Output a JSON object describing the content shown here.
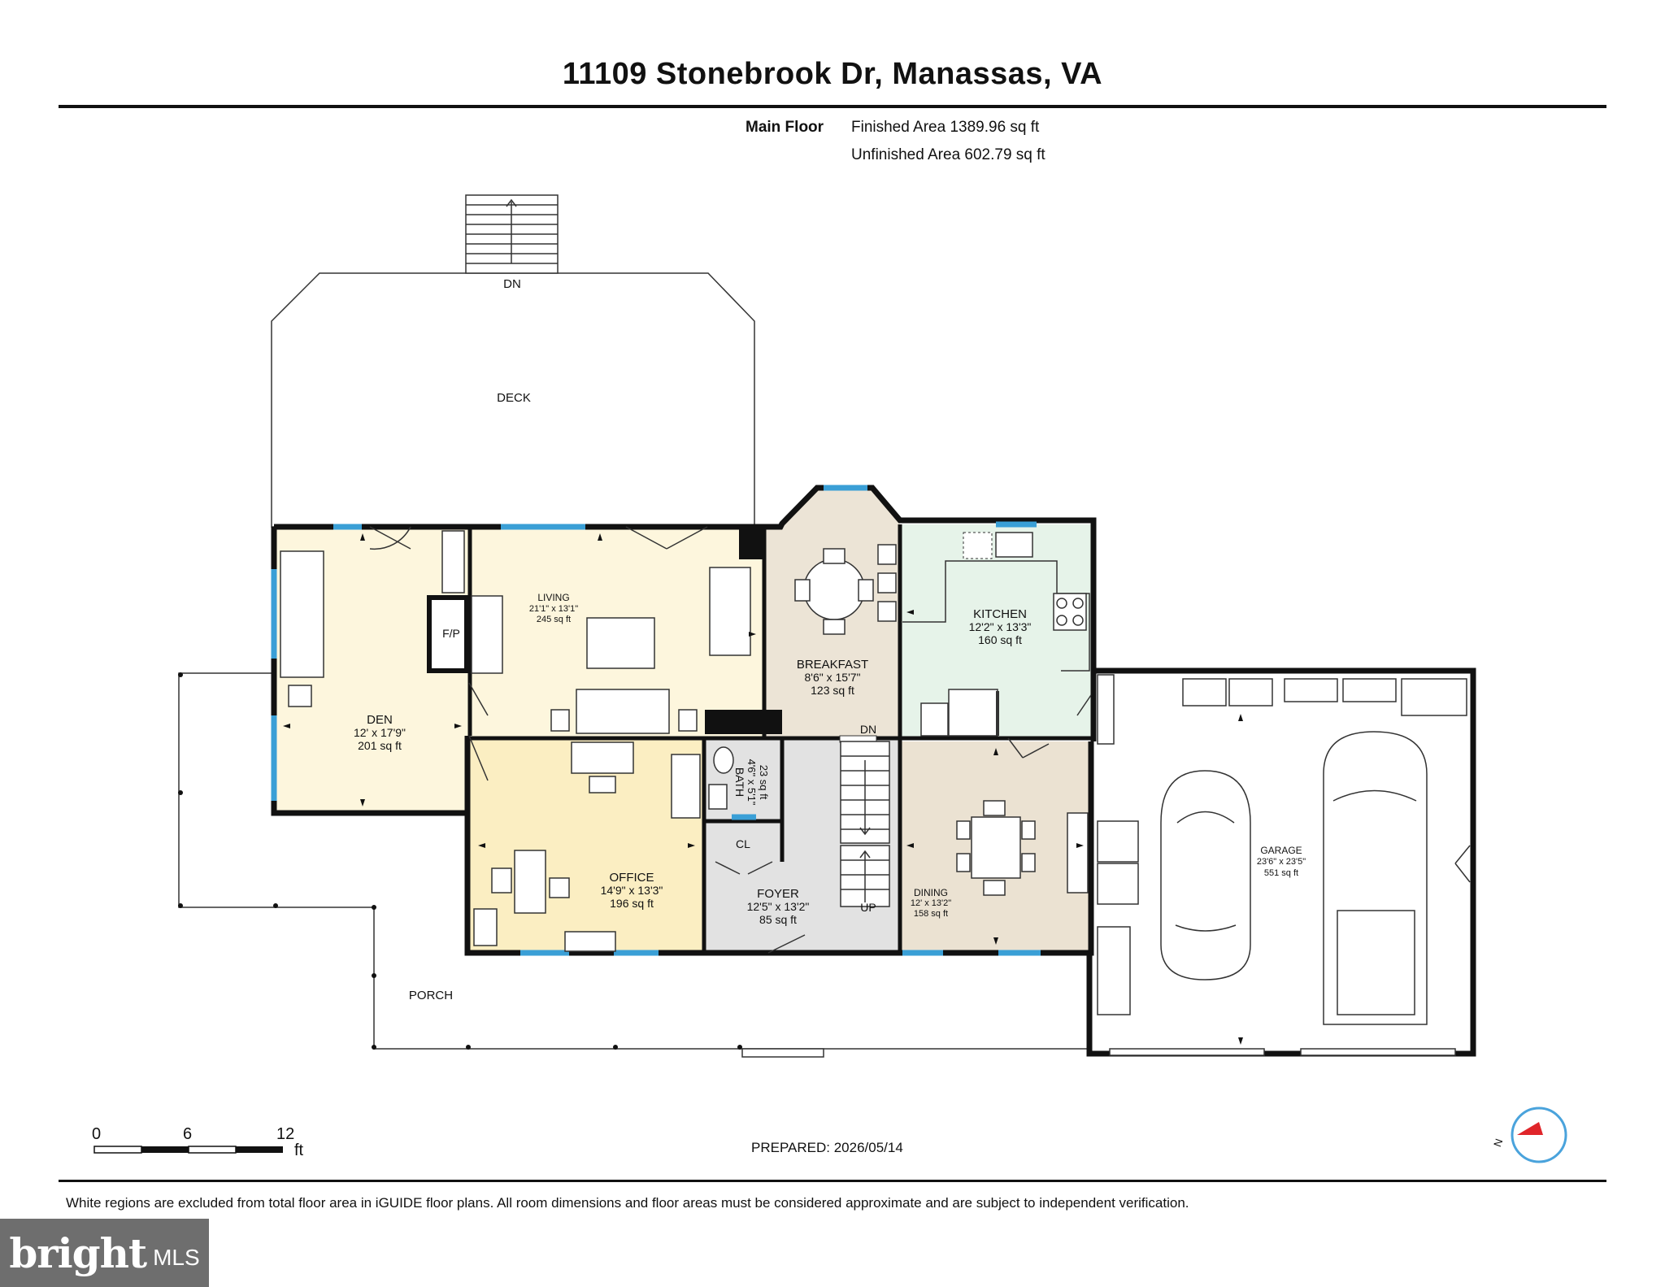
{
  "title": "11109 Stonebrook Dr, Manassas, VA",
  "floor": {
    "name": "Main Floor",
    "finished_area": "Finished Area 1389.96 sq ft",
    "unfinished_area": "Unfinished Area 602.79 sq ft"
  },
  "rooms": {
    "deck": {
      "name": "DECK",
      "stairs_label": "DN"
    },
    "den": {
      "name": "DEN",
      "dims": "12' x 17'9\"",
      "area": "201 sq ft",
      "fp": "F/P"
    },
    "living": {
      "name": "LIVING",
      "dims": "21'1\" x 13'1\"",
      "area": "245 sq ft"
    },
    "breakfast": {
      "name": "BREAKFAST",
      "dims": "8'6\" x 15'7\"",
      "area": "123 sq ft",
      "dn": "DN"
    },
    "kitchen": {
      "name": "KITCHEN",
      "dims": "12'2\" x 13'3\"",
      "area": "160 sq ft"
    },
    "bath": {
      "name": "BATH",
      "dims": "4'6\" x 5'1\"",
      "area": "23 sq ft"
    },
    "closet": {
      "name": "CL"
    },
    "office": {
      "name": "OFFICE",
      "dims": "14'9\" x 13'3\"",
      "area": "196 sq ft"
    },
    "foyer": {
      "name": "FOYER",
      "dims": "12'5\" x 13'2\"",
      "area": "85 sq ft",
      "up": "UP"
    },
    "dining": {
      "name": "DINING",
      "dims": "12' x 13'2\"",
      "area": "158 sq ft"
    },
    "garage": {
      "name": "GARAGE",
      "dims": "23'6\" x 23'5\"",
      "area": "551 sq ft"
    },
    "porch": {
      "name": "PORCH"
    }
  },
  "scale": {
    "ticks": [
      "0",
      "6",
      "12"
    ],
    "unit": "ft"
  },
  "compass": {
    "label": "N"
  },
  "prepared": "PREPARED: 2026/05/14",
  "disclaimer": "White regions are excluded from total floor area in iGUIDE floor plans. All room dimensions and floor areas must be considered approximate and are subject to independent verification.",
  "logo": {
    "brand": "bright",
    "suffix": "MLS"
  },
  "colors": {
    "wall": "#111111",
    "window": "#3a9fd6",
    "den_fill": "#fdf6dd",
    "living_fill": "#fdf6dd",
    "office_fill": "#fbeec2",
    "breakfast_fill": "#ece4d6",
    "kitchen_fill": "#e6f3e9",
    "dining_fill": "#ebe2d2",
    "bath_fill": "#c7e6f7",
    "foyer_fill": "#e2e2e2",
    "compass_red": "#e0252a",
    "compass_blue": "#4aa3dc"
  }
}
